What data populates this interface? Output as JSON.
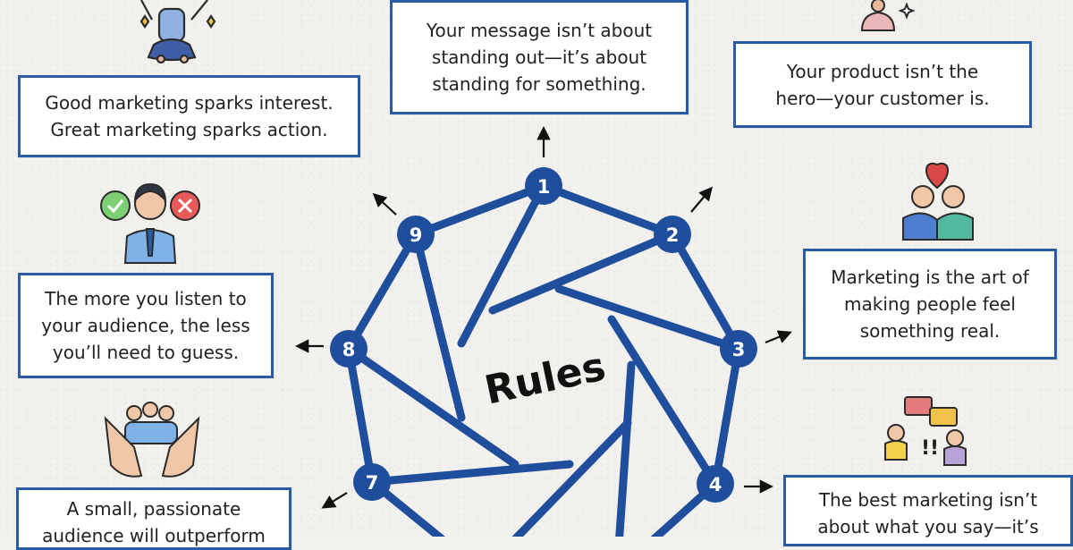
{
  "center_label": "Rules",
  "nodes": [
    {
      "number": "1",
      "text": "Your message isn’t about\nstanding out—it’s about\nstanding for something."
    },
    {
      "number": "2",
      "text": "Your product isn’t the\nhero—your customer is."
    },
    {
      "number": "3",
      "text": "Marketing is the art of\nmaking people feel\nsomething real."
    },
    {
      "number": "4",
      "text": "The best marketing isn’t\nabout what you say—it’s"
    },
    {
      "number": "7",
      "text": "A small, passionate\naudience will outperform"
    },
    {
      "number": "8",
      "text": "The more you listen to\nyour audience, the less\nyou’ll need to guess."
    },
    {
      "number": "9",
      "text": "Good marketing sparks interest.\nGreat marketing sparks action."
    }
  ],
  "colors": {
    "primary_blue": "#1f4e9c",
    "box_border": "#2a5ca3"
  },
  "icons": [
    "celebrating-person-icon",
    "person-sparkle-icon",
    "decision-person-icon",
    "heart-couple-icon",
    "hands-holding-group-icon",
    "chat-people-icon"
  ]
}
